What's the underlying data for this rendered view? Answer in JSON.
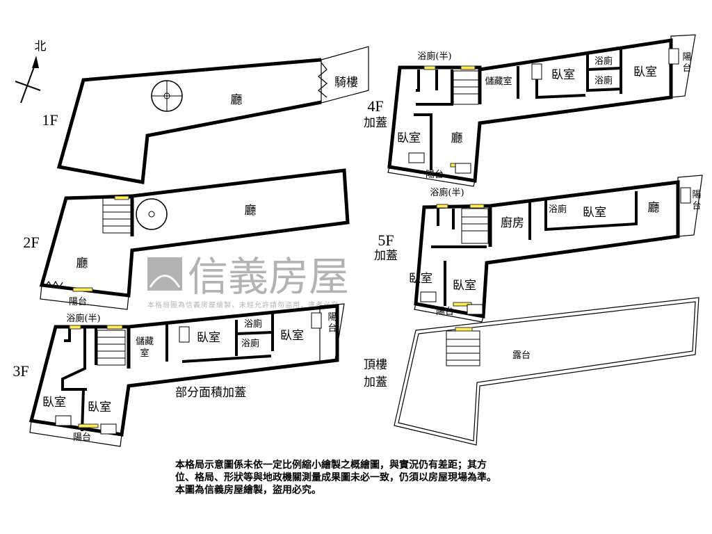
{
  "compass": {
    "north": "北"
  },
  "floors": {
    "f1": {
      "name": "1F",
      "hall": "廳",
      "arcade": "騎樓"
    },
    "f2": {
      "name": "2F",
      "hall_right": "廳",
      "hall_left": "廳",
      "balcony": "陽台"
    },
    "f3": {
      "name": "3F",
      "half_bath": "浴廁(半)",
      "storage_a": "儲藏",
      "storage_b": "室",
      "bedroom_1": "臥室",
      "bath_1": "浴廁",
      "bath_2": "浴廁",
      "bedroom_2": "臥室",
      "balcony_right_a": "陽",
      "balcony_right_b": "台",
      "partial_addition": "部分面積加蓋",
      "bedroom_3": "臥室",
      "bedroom_4": "臥室",
      "balcony": "陽台"
    },
    "f4": {
      "name": "4F",
      "addition": "加蓋",
      "half_bath": "浴廁(半)",
      "storage": "儲藏室",
      "bedroom_1": "臥室",
      "bath_1": "浴廁",
      "bath_2": "浴廁",
      "bedroom_2": "臥室",
      "balcony_right_a": "陽",
      "balcony_right_b": "台",
      "bedroom_3": "臥室",
      "hall": "廳",
      "balcony": "陽台"
    },
    "f5": {
      "name": "5F",
      "addition": "加蓋",
      "half_bath": "浴廁(半)",
      "kitchen": "廚房",
      "bath": "浴廁",
      "bedroom_1": "臥室",
      "hall": "廳",
      "balcony_right_a": "陽",
      "balcony_right_b": "台",
      "bedroom_2": "臥室",
      "bedroom_3": "臥室",
      "balcony": "陽台"
    },
    "roof": {
      "name_a": "頂樓",
      "name_b": "加蓋",
      "terrace": "露台"
    }
  },
  "watermark": {
    "brand": "信義房屋",
    "notice": "本格局圖為信義房屋繪製，未經允許請勿盜用，違者必究"
  },
  "note": {
    "line1": "本格局示意圖係未依一定比例縮小繪製之概繪圖，與實況仍有差距；其方",
    "line2": "位、格局、形狀等與地政機關測量成果圖未必一致，仍須以房屋現場為準。",
    "line3": "本圖為信義房屋繪製，盜用必究。"
  }
}
